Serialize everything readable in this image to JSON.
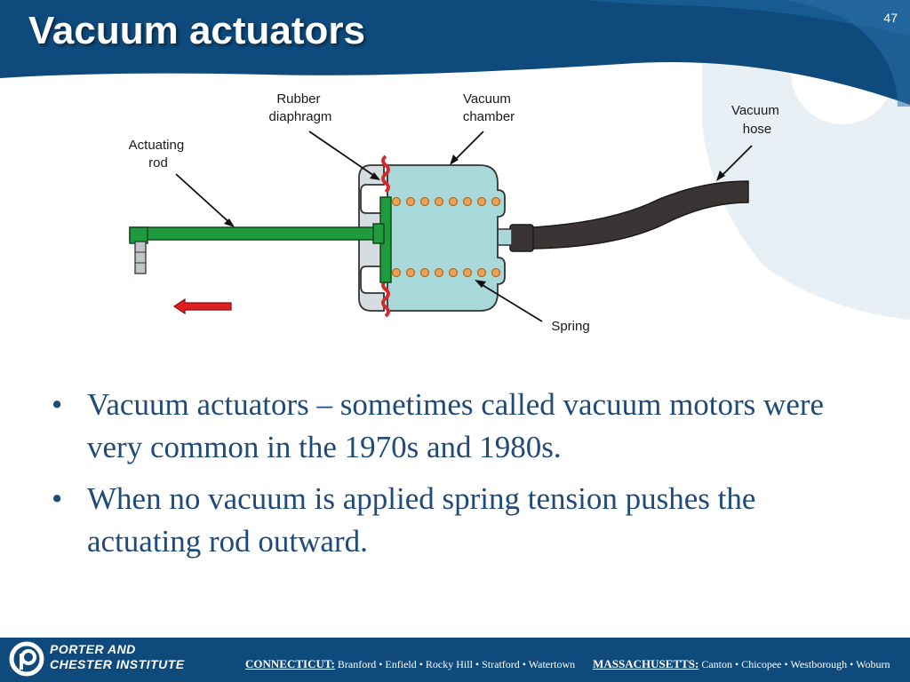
{
  "slide": {
    "title": "Vacuum actuators",
    "page_number": "47"
  },
  "diagram": {
    "labels": {
      "rubber_diaphragm": [
        "Rubber",
        "diaphragm"
      ],
      "vacuum_chamber": [
        "Vacuum",
        "chamber"
      ],
      "vacuum_hose": [
        "Vacuum",
        "hose"
      ],
      "actuating_rod": [
        "Actuating",
        "rod"
      ],
      "spring": "Spring"
    },
    "colors": {
      "chamber_fill": "#a8d8d8",
      "rod_green": "#1f9a3c",
      "diaphragm_red": "#d42a2a",
      "spring_orange": "#f0a050",
      "hose": "#3a3434",
      "arrow_red": "#e02020"
    }
  },
  "bullets": [
    {
      "marker": "•",
      "text": "Vacuum actuators – sometimes called vacuum motors were very common in the 1970s and 1980s."
    },
    {
      "marker": "•",
      "text": "When no vacuum is applied spring tension pushes the actuating rod outward."
    }
  ],
  "footer": {
    "brand_line1": "PORTER AND",
    "brand_line2": "CHESTER INSTITUTE",
    "connecticut_label": "CONNECTICUT:",
    "connecticut_cities": "Branford • Enfield • Rocky Hill • Stratford • Watertown",
    "massachusetts_label": "MASSACHUSETTS:",
    "massachusetts_cities": "Canton • Chicopee • Westborough • Woburn"
  },
  "theme": {
    "header_blue": "#0e4a7c",
    "bullet_text_blue": "#1f4a7a"
  }
}
